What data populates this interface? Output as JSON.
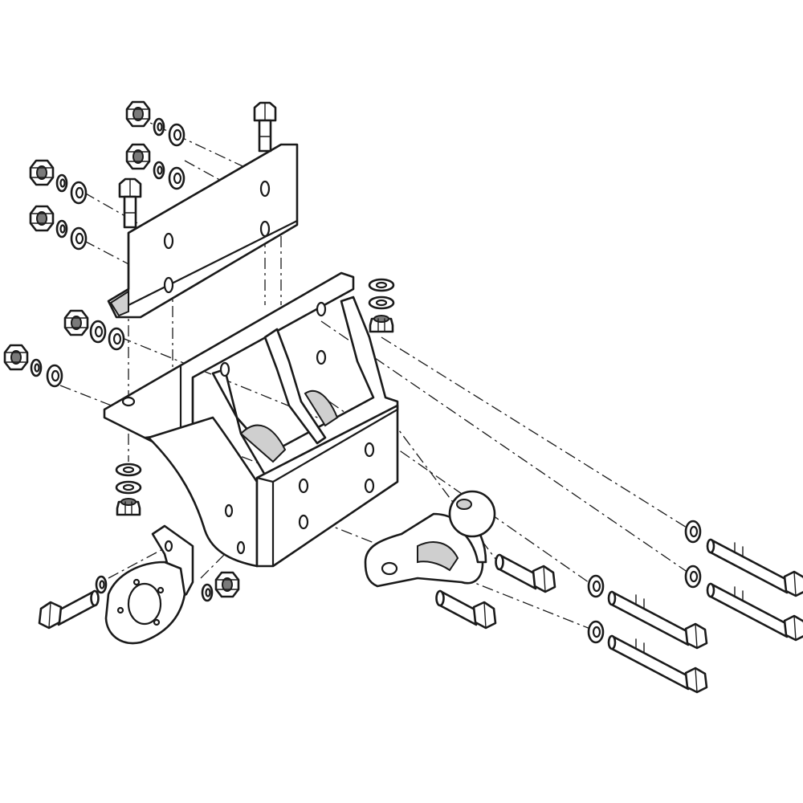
{
  "diagram": {
    "kind": "exploded-assembly-drawing",
    "colors": {
      "line": "#1a1a1a",
      "background": "#ffffff",
      "shade": "#cfcfcf",
      "dark_shade": "#7a7a7a"
    },
    "parts": [
      "vehicle-mounting-plate",
      "tow-bar-main-bracket",
      "tow-ball-coupling",
      "electrical-socket-plate",
      "mounting-bolts",
      "nuts",
      "washers"
    ]
  }
}
